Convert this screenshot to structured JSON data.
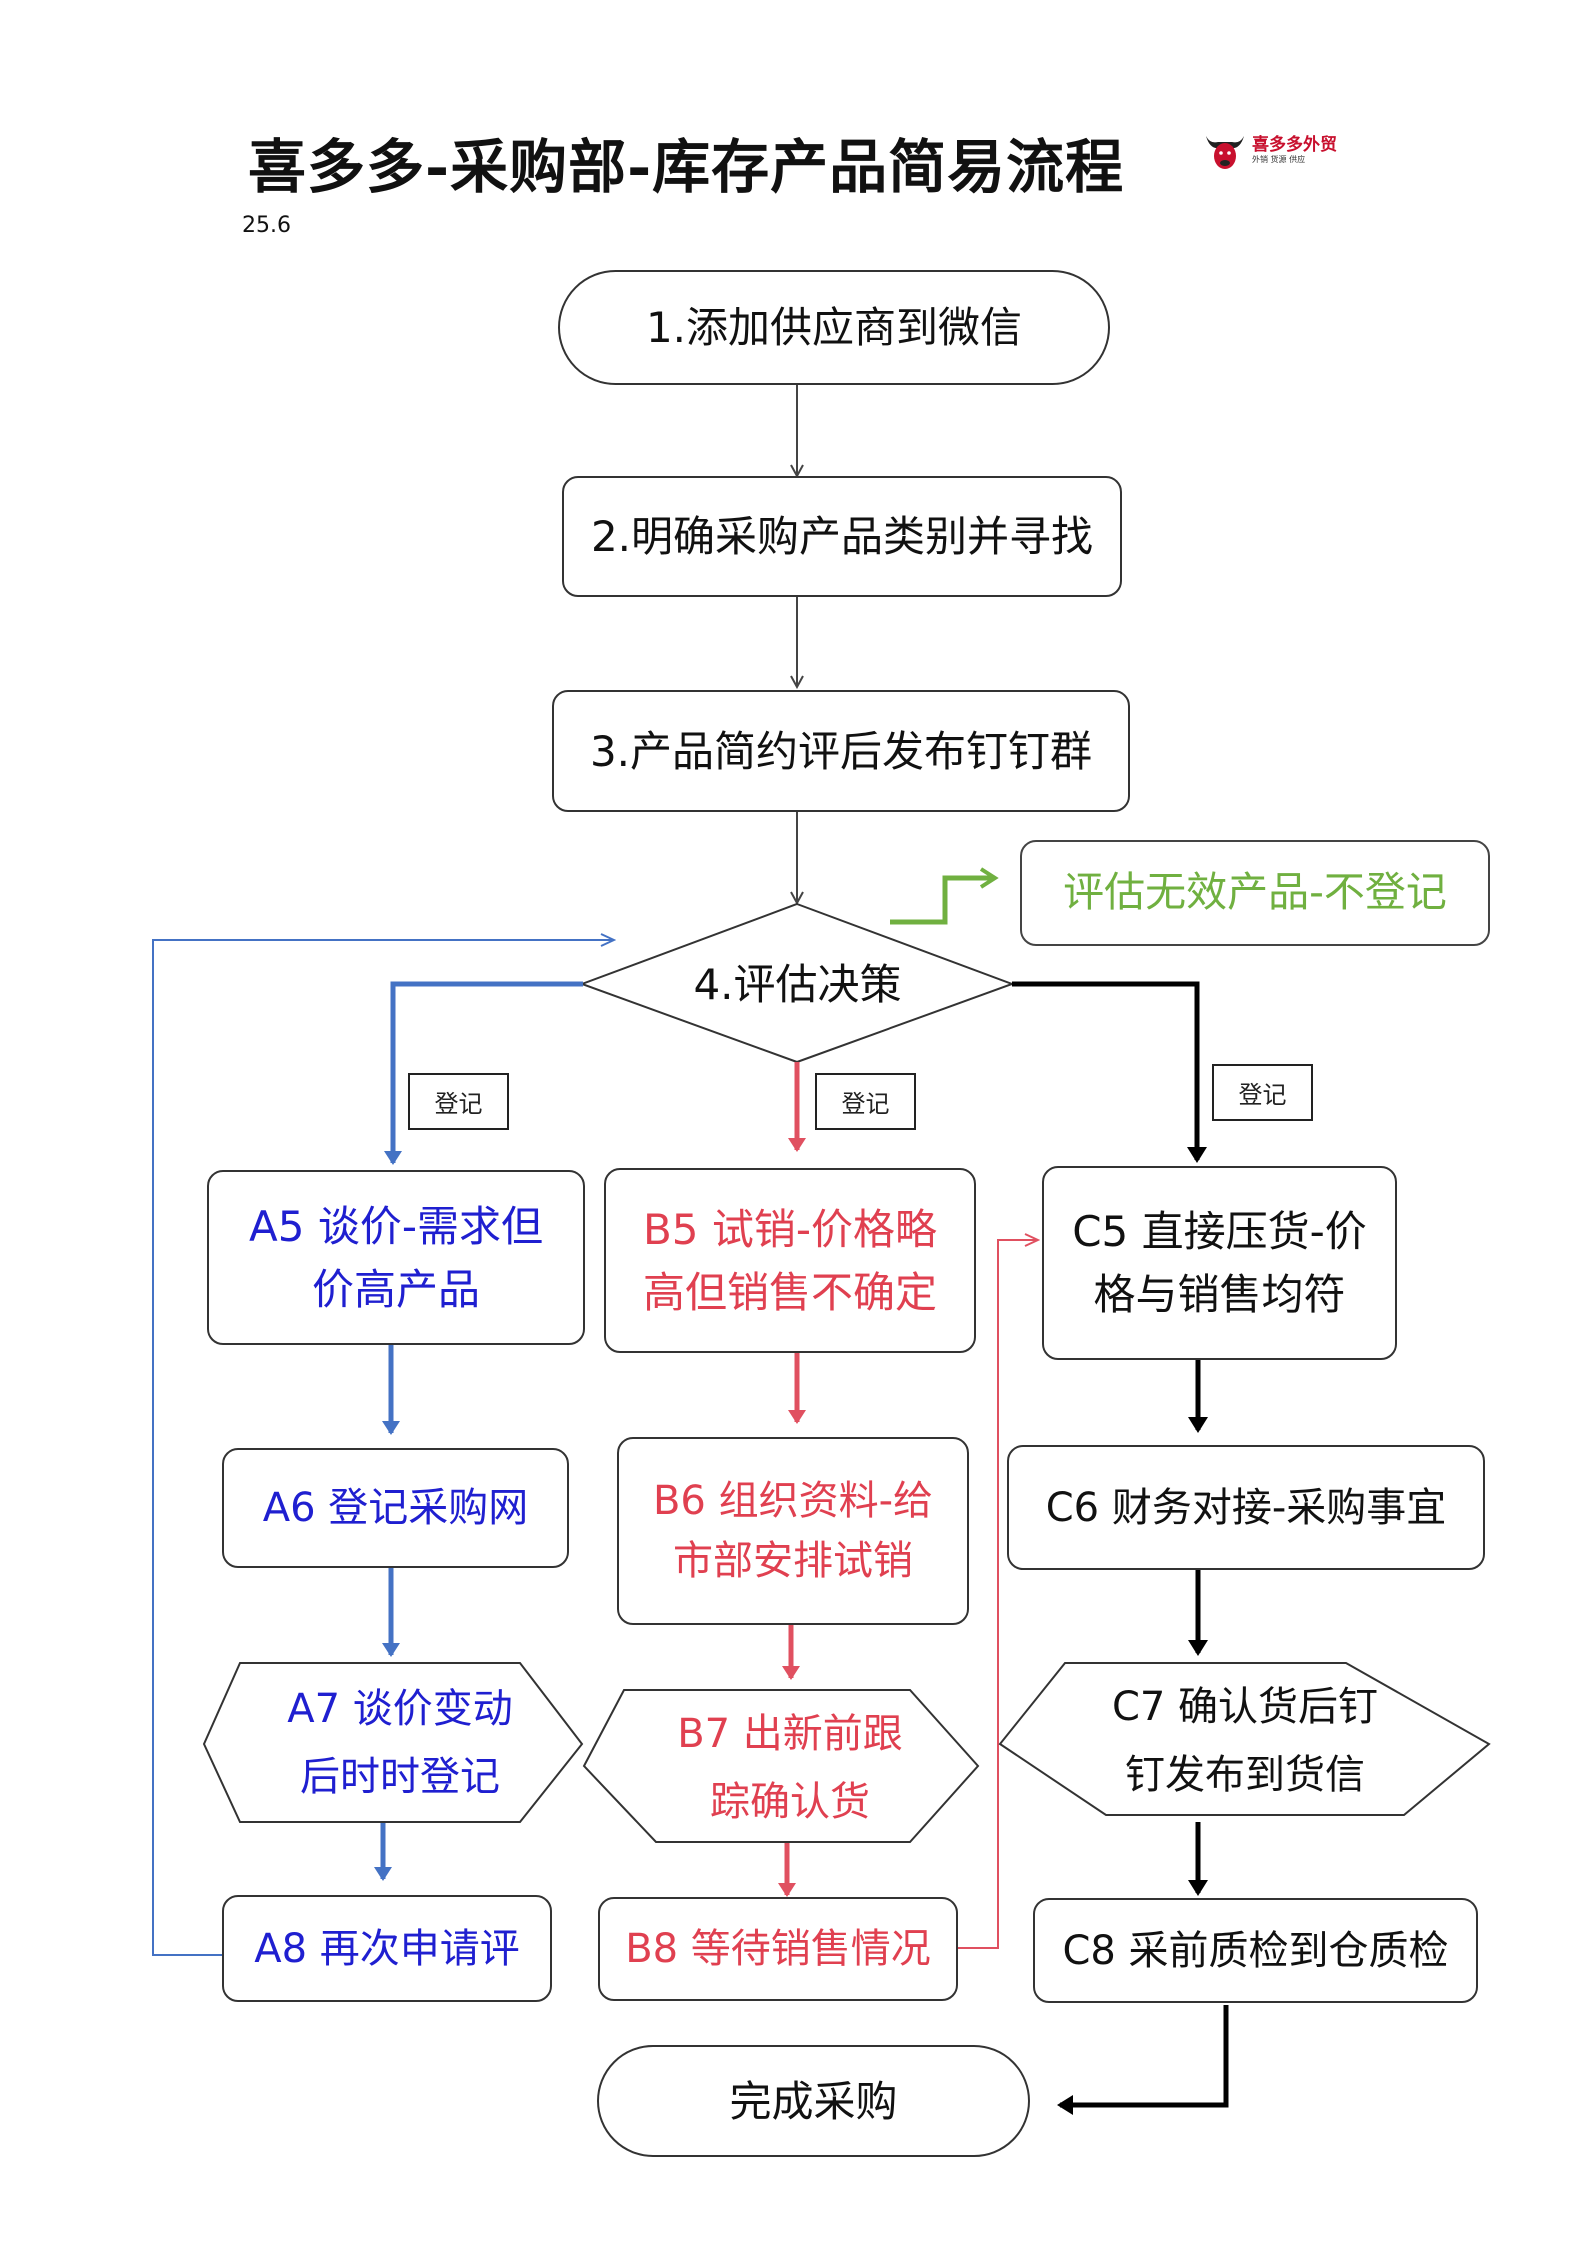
{
  "header": {
    "title": "喜多多-采购部-库存产品简易流程",
    "version": "25.6",
    "logo_text": "喜多多外贸",
    "logo_sub": "外销 货源 供应"
  },
  "colors": {
    "a_lane": "#4472c4",
    "a_text": "#1f1fd0",
    "b_lane": "#e05060",
    "b_text": "#e04050",
    "c_lane": "#000000",
    "reject": "#70b040"
  },
  "steps": {
    "s1": "1.添加供应商到微信",
    "s2": "2.明确采购产品类别并寻找",
    "s3": "3.产品简约评后发布钉钉群",
    "s4": "4.评估决策",
    "reject": "评估无效产品-不登记",
    "done": "完成采购"
  },
  "tags": {
    "a": "登记",
    "b": "登记",
    "c": "登记"
  },
  "lane_a": {
    "a5_line1": "A5 谈价-需求但",
    "a5_line2": "价高产品",
    "a6": "A6 登记采购网",
    "a7_line1": "A7 谈价变动",
    "a7_line2": "后时时登记",
    "a8": "A8 再次申请评"
  },
  "lane_b": {
    "b5_line1": "B5 试销-价格略",
    "b5_line2": "高但销售不确定",
    "b6_line1": "B6 组织资料-给",
    "b6_line2": "市部安排试销",
    "b7_line1": "B7 出新前跟",
    "b7_line2": "踪确认货",
    "b8": "B8 等待销售情况"
  },
  "lane_c": {
    "c5_line1": "C5 直接压货-价",
    "c5_line2": "格与销售均符",
    "c6": "C6 财务对接-采购事宜",
    "c7_line1": "C7 确认货后钉",
    "c7_line2": "钉发布到货信",
    "c8": "C8 采前质检到仓质检"
  }
}
